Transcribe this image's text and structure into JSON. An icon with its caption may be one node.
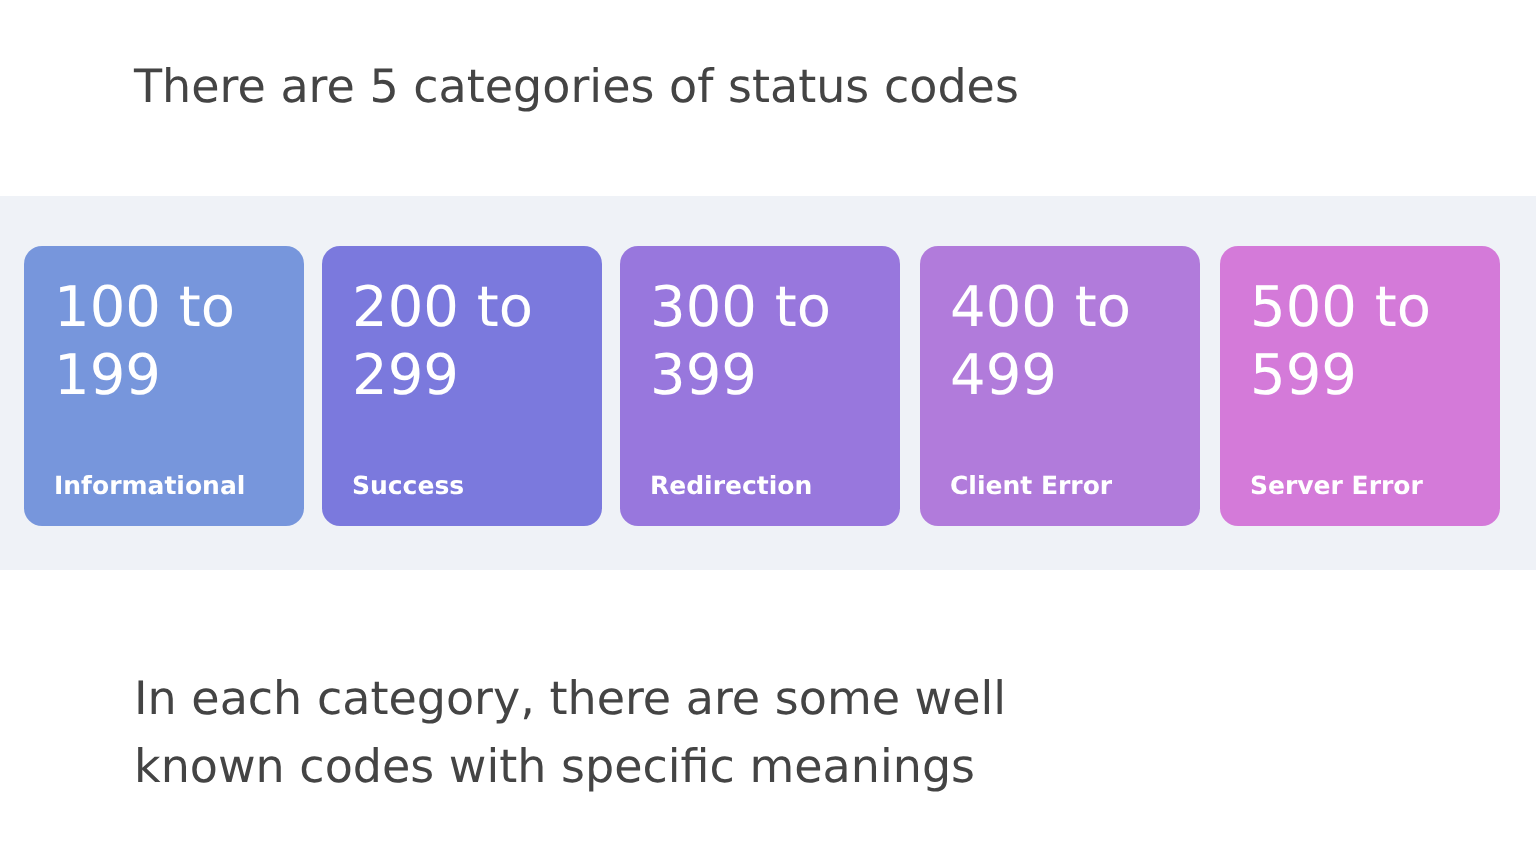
{
  "diagram": {
    "title": "There are 5 categories of status codes",
    "caption": "In each category, there are some well known codes with specific meanings",
    "nodes": [
      {
        "text": [],
        "shape": "bar"
      },
      {
        "text": [
          "100 to 199",
          "Informational"
        ],
        "in": 0
      },
      {
        "text": [
          "200 to 299",
          "Success"
        ],
        "in": 0
      },
      {
        "text": [
          "300 to 399",
          "Redirection"
        ],
        "in": 0
      },
      {
        "text": [
          "400 to 499",
          "Client Error"
        ],
        "in": 0
      },
      {
        "text": [
          "500 to 599",
          "Server Error"
        ],
        "in": 0
      }
    ]
  }
}
